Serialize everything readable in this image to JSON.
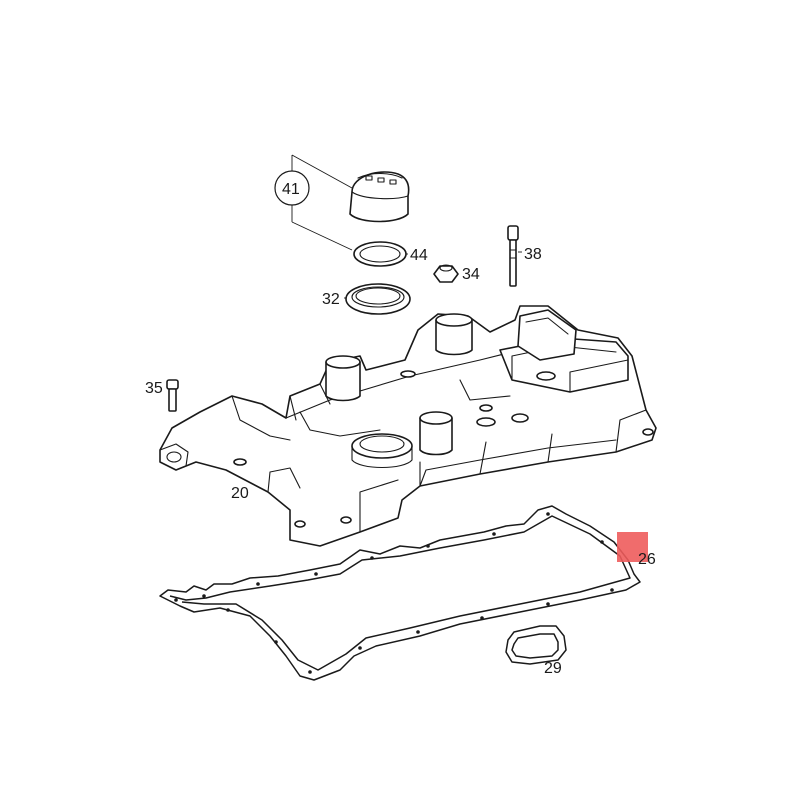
{
  "diagram": {
    "callouts": {
      "p41": "41",
      "p44": "44",
      "p34": "34",
      "p38": "38",
      "p32": "32",
      "p35": "35",
      "p20": "20",
      "p26": "26",
      "p29": "29"
    },
    "colors": {
      "line": "#1a1a1a",
      "background": "#ffffff",
      "highlight": "#ee5c5c"
    }
  }
}
